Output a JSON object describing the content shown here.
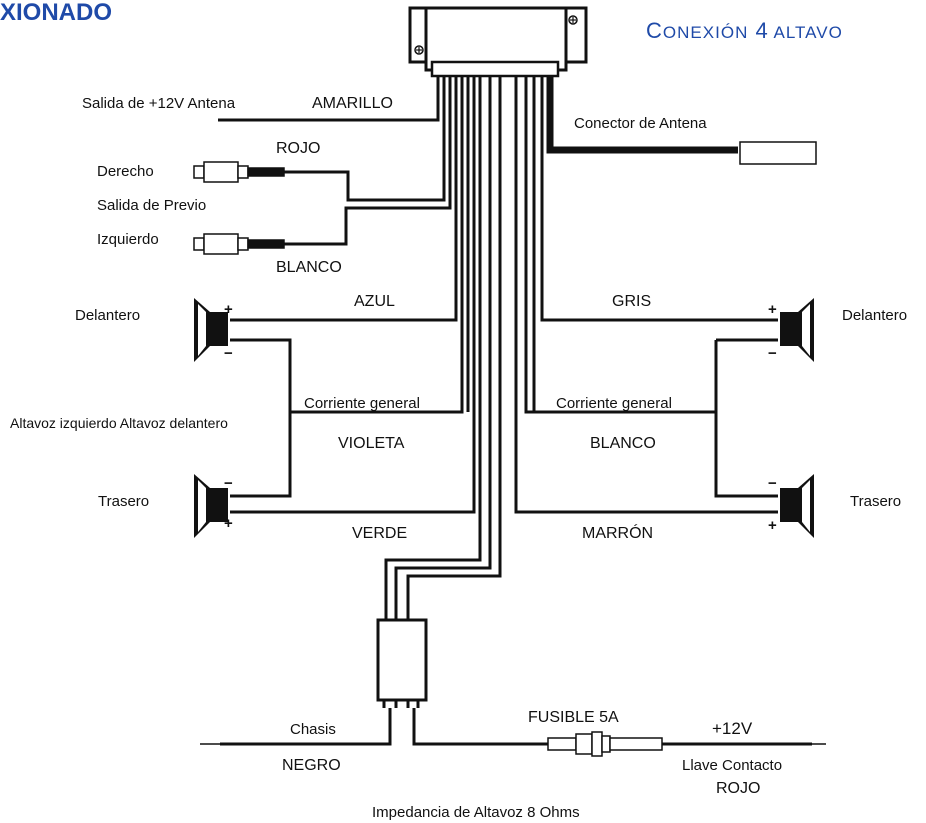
{
  "header": {
    "left_title": "XIONADO",
    "right_title": "Conexión 4 altavo",
    "title_color": "#1f4aa8"
  },
  "wire_labels": {
    "amarillo": "AMARILLO",
    "rojo_top": "ROJO",
    "blanco_rca": "BLANCO",
    "azul": "AZUL",
    "violeta": "VIOLETA",
    "verde": "VERDE",
    "gris": "GRIS",
    "blanco_right": "BLANCO",
    "marron": "MARRÓN",
    "negro": "NEGRO",
    "rojo_bottom": "ROJO"
  },
  "labels": {
    "antenna_out": "Salida de +12V Antena",
    "antenna_connector": "Conector de Antena",
    "derecho": "Derecho",
    "salida_previo": "Salida de Previo",
    "izquierdo": "Izquierdo",
    "delantero_left": "Delantero",
    "delantero_right": "Delantero",
    "trasero_left": "Trasero",
    "trasero_right": "Trasero",
    "corriente_left": "Corriente general",
    "corriente_right": "Corriente general",
    "altavoz_izq": "Altavoz izquierdo Altavoz delantero",
    "chasis": "Chasis",
    "fusible": "FUSIBLE 5A",
    "plus12v": "+12V",
    "llave_contacto": "Llave Contacto",
    "impedancia": "Impedancia de Altavoz 8 Ohms"
  },
  "polarity": {
    "plus": "+",
    "minus": "−"
  }
}
